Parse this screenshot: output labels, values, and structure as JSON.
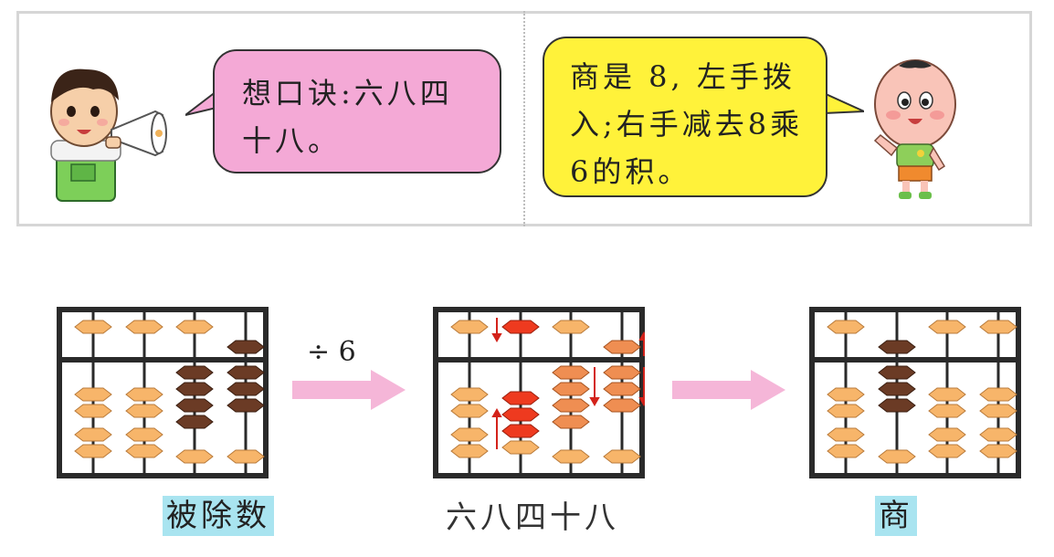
{
  "dialogue": {
    "left": {
      "line1": "想口诀:六八四",
      "line2": "十八。"
    },
    "right": {
      "line1": "商是 8, 左手拨",
      "line2": "入;右手减去8乘",
      "line3": "6的积。"
    }
  },
  "operation": "÷ 6",
  "labels": {
    "first": "被除数",
    "second": "六八四十八",
    "third": "商"
  },
  "colors": {
    "bead": "#f7b56a",
    "bead_dark": "#6b3b25",
    "bead_moving": "#ee3a1f",
    "bead_rest": "#ef8e52",
    "arrow": "#f5b6d8",
    "highlight": "#a9e4f0"
  }
}
